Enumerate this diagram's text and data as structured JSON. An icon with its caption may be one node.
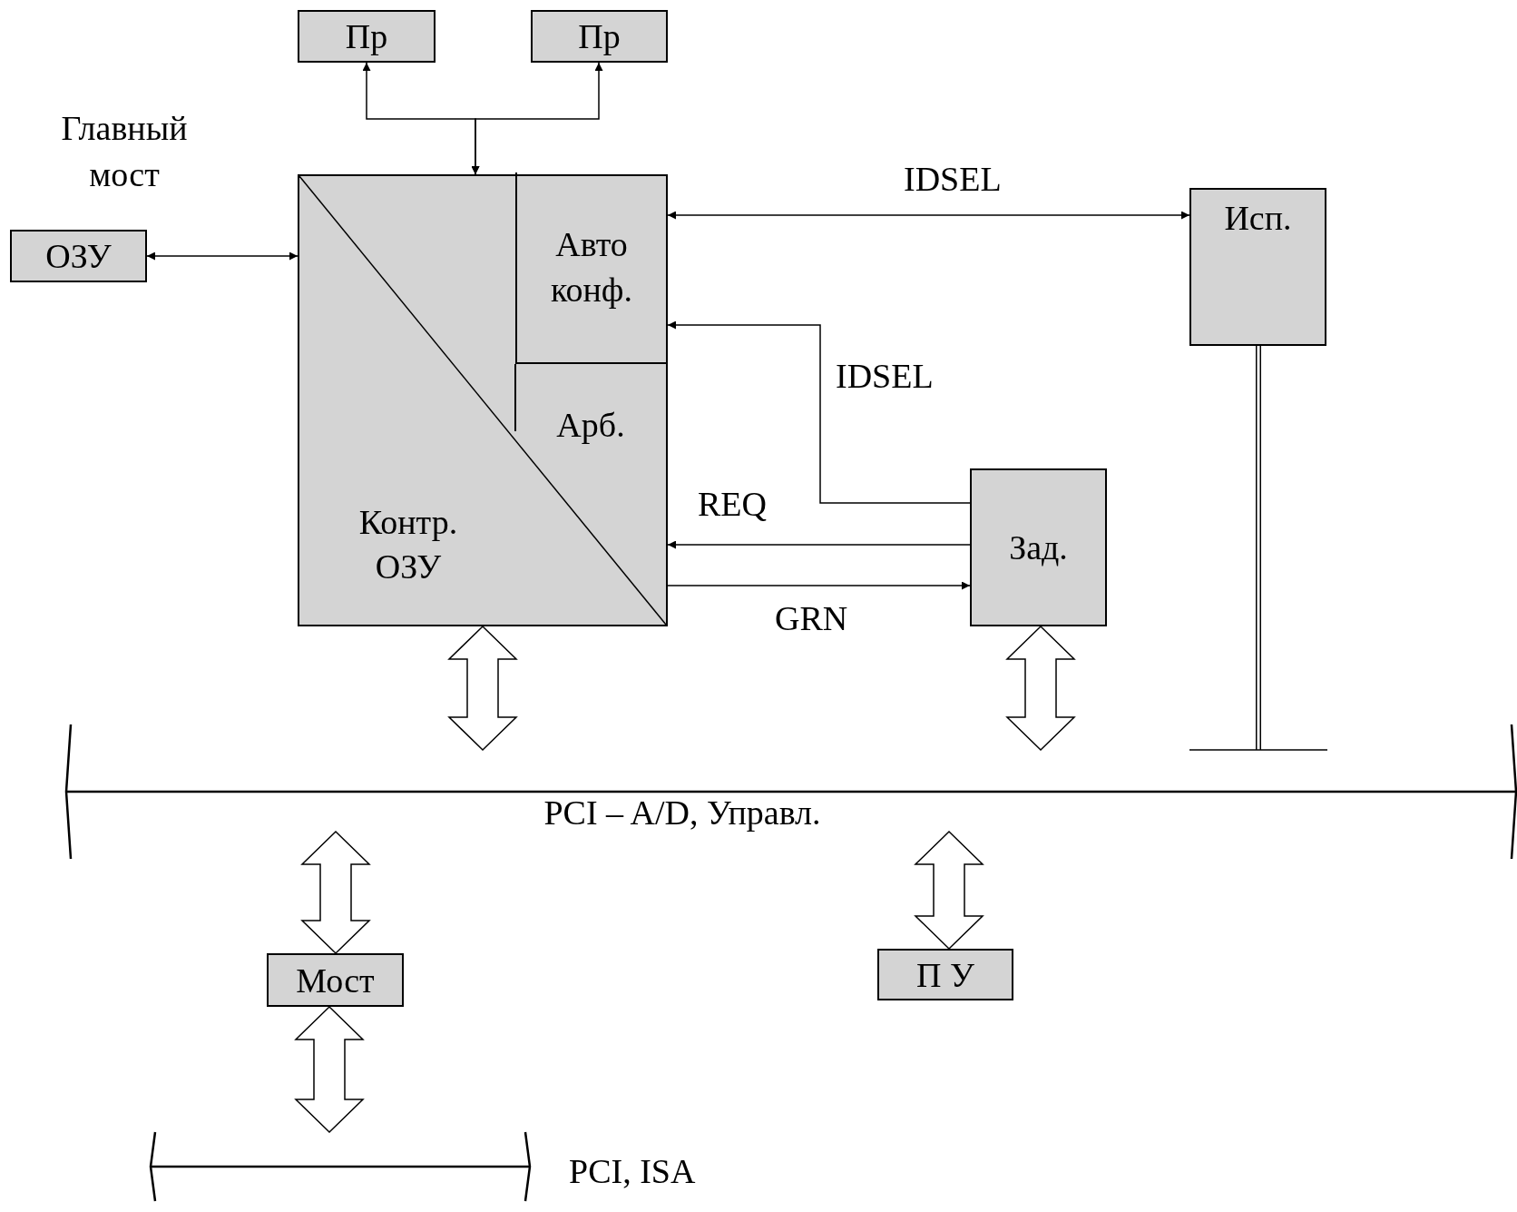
{
  "diagram": {
    "nodes": [
      {
        "text": [
          "Пр"
        ]
      },
      {
        "text": [
          "Пр"
        ]
      },
      {
        "text": [],
        "shape": "box"
      },
      {
        "text": [
          "Авто конф."
        ],
        "in": 2
      },
      {
        "text": [
          "Арб."
        ],
        "in": 2
      },
      {
        "text": [
          "Контр. ОЗУ"
        ],
        "in": 2
      },
      {
        "text": [
          "ОЗУ"
        ]
      },
      {
        "text": [
          "Исп."
        ]
      },
      {
        "text": [
          "Зад."
        ]
      },
      {
        "text": [
          "PCI – A/D, Управл."
        ]
      },
      {
        "text": [
          "Мост"
        ]
      },
      {
        "text": [
          "П У"
        ]
      },
      {
        "text": [
          "PCI, ISA"
        ]
      }
    ],
    "edges": [
      {
        "from": 0,
        "to": 2,
        "arrow": "both"
      },
      {
        "from": 1,
        "to": 2,
        "arrow": "both"
      },
      {
        "from": 6,
        "to": 2,
        "arrow": "both"
      },
      {
        "from": 3,
        "to": 7,
        "arrow": "both",
        "label": "IDSEL"
      },
      {
        "from": 8,
        "to": 3,
        "arrow": "to",
        "label": "IDSEL"
      },
      {
        "from": 8,
        "to": 4,
        "arrow": "to",
        "label": "REQ"
      },
      {
        "from": 2,
        "to": 8,
        "arrow": "to",
        "label": "GRN"
      },
      {
        "from": 2,
        "to": 9,
        "arrow": "both",
        "style": "thick"
      },
      {
        "from": 8,
        "to": 9,
        "arrow": "both",
        "style": "thick"
      },
      {
        "from": 7,
        "to": 9,
        "arrow": "none",
        "style": "thick"
      },
      {
        "from": 9,
        "to": 10,
        "arrow": "both",
        "style": "thick"
      },
      {
        "from": 9,
        "to": 11,
        "arrow": "both",
        "style": "thick"
      },
      {
        "from": 10,
        "to": 12,
        "arrow": "both",
        "style": "thick"
      }
    ],
    "labels": [
      "Главный мост"
    ]
  }
}
